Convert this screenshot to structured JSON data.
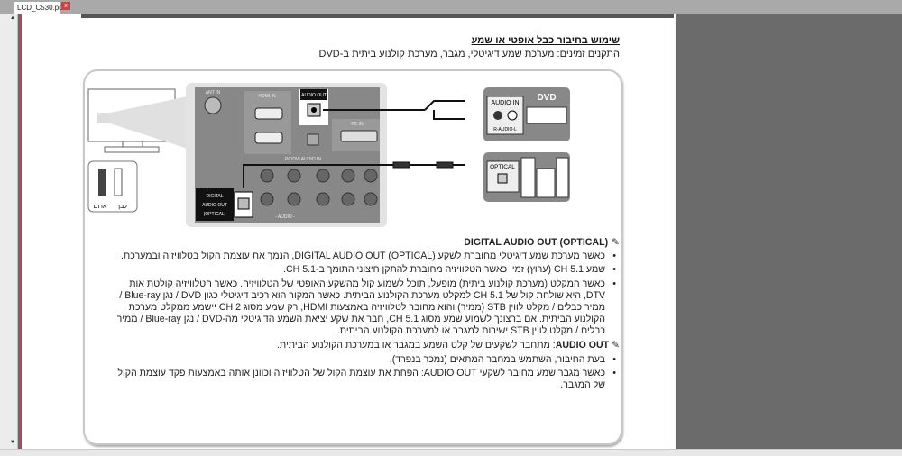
{
  "window": {
    "tab_title": "LCD_C530.pdf",
    "close_icon": "x"
  },
  "page": {
    "heading": "שימוש בחיבור כבל אופטי או שמע",
    "subtitle": "התקנים זמינים: מערכת שמע דיגיטלי, מגבר, מערכת קולנוע ביתית ב-DVD",
    "diagram": {
      "ant_in": "ANT IN",
      "hdmi_in": "HDMI IN",
      "audio_out": "AUDIO OUT",
      "pc_in": "PC IN",
      "pc_dvi_audio_in": "PC/DVI AUDIO IN",
      "digital_audio_out": [
        "DIGITAL",
        "AUDIO OUT",
        "(OPTICAL)"
      ],
      "audio_in": "AUDIO IN",
      "r_audio_l": "R-AUDIO-L",
      "dvd": "DVD",
      "optical": "OPTICAL",
      "red": "אדום",
      "white": "לבן",
      "jack_audio": "- AUDIO -"
    },
    "note1": {
      "title": "DIGITAL AUDIO OUT (OPTICAL)",
      "bullets": [
        "כאשר מערכת שמע דיגיטלי מחוברת לשקע DIGITAL AUDIO OUT (OPTICAL), הנמך את עוצמת הקול בטלוויזיה ובמערכת.",
        "שמע 5.1 CH (ערוץ) זמין כאשר הטלוויזיה מחוברת להתקן חיצוני התומך ב-5.1 CH.",
        "כאשר המקלט (מערכת קולנוע ביתית) מופעל, תוכל לשמוע קול מהשקע האופטי של הטלוויזיה. כאשר הטלוויזיה קולטת אות DTV, היא שולחת קול של 5.1 CH למקלט מערכת הקולנוע הביתית. כאשר המקור הוא רכיב דיגיטלי כגון DVD / נגן Blue-ray / ממיר כבלים / מקלט לווין STB (ממיר) והוא מחובר לטלוויזיה באמצעות HDMI, רק שמע מסוג 2 CH יישמע ממקלט מערכת הקולנוע הביתית. אם ברצונך לשמוע שמע מסוג 5.1 CH, חבר את שקע יציאת השמע הדיגיטלי מה-DVD / נגן Blue-ray / ממיר כבלים / מקלט לווין STB ישירות למגבר או למערכת הקולנוע הביתית."
      ]
    },
    "note2": {
      "title": "AUDIO OUT",
      "text": ": מתחבר לשקעים של קלט השמע במגבר או במערכת הקולנוע הביתית.",
      "bullets": [
        "בעת החיבור, השתמש במחבר המתאים (נמכר בנפרד).",
        "כאשר מגבר שמע מחובר לשקעי AUDIO OUT: הפחת את עוצמת הקול של הטלוויזיה וכוונן אותה באמצעות פקד עוצמת הקול של המגבר."
      ]
    },
    "pen_icon": "✎"
  }
}
